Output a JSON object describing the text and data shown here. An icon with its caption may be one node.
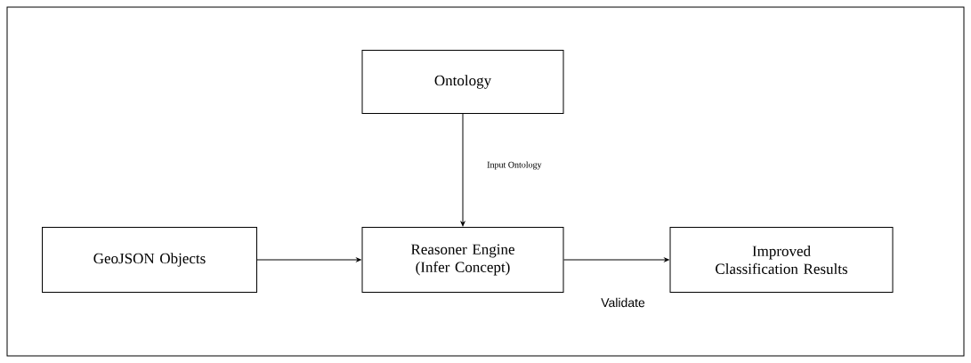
{
  "diagram": {
    "nodes": [
      {
        "text": [
          "Ontology"
        ]
      },
      {
        "text": [
          "GeoJSON Objects"
        ]
      },
      {
        "text": [
          "Reasoner Engine (Infer Concept)"
        ]
      },
      {
        "text": [
          "Improved Classification Results"
        ]
      }
    ],
    "edges": [
      {
        "from": 0,
        "to": 2,
        "arrow": "to",
        "label": "Input Ontology"
      },
      {
        "from": 1,
        "to": 2,
        "arrow": "to"
      },
      {
        "from": 2,
        "to": 3,
        "arrow": "to",
        "label": "Validate"
      }
    ]
  }
}
